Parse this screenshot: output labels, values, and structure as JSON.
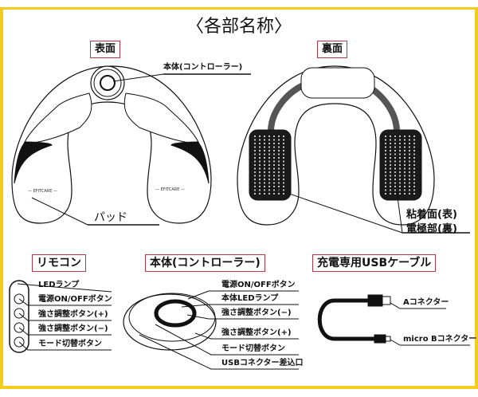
{
  "title": "〈各部名称〉",
  "front": {
    "heading": "表面",
    "controller_label": "本体(コントローラー)",
    "pad_label": "パッド",
    "logo": "EFITCARE"
  },
  "back": {
    "heading": "裏面",
    "adhesive_label": "粘着面(表)",
    "electrode_label": "電極部(裏)"
  },
  "remote": {
    "heading": "リモコン",
    "labels": [
      "LEDランプ",
      "電源ON/OFFボタン",
      "強さ調整ボタン(+)",
      "強さ調整ボタン(−)",
      "モード切替ボタン"
    ]
  },
  "controller": {
    "heading": "本体(コントローラー)",
    "labels": [
      "電源ON/OFFボタン",
      "本体LEDランプ",
      "強さ調整ボタン(−)",
      "強さ調整ボタン(+)",
      "モード切替ボタン",
      "USBコネクター差込口"
    ]
  },
  "cable": {
    "heading": "充電専用USBケーブル",
    "labels": [
      "Aコネクター",
      "micro Bコネクター"
    ]
  },
  "colors": {
    "frame": "#f2cc1f",
    "heading_border": "#b23a48"
  }
}
